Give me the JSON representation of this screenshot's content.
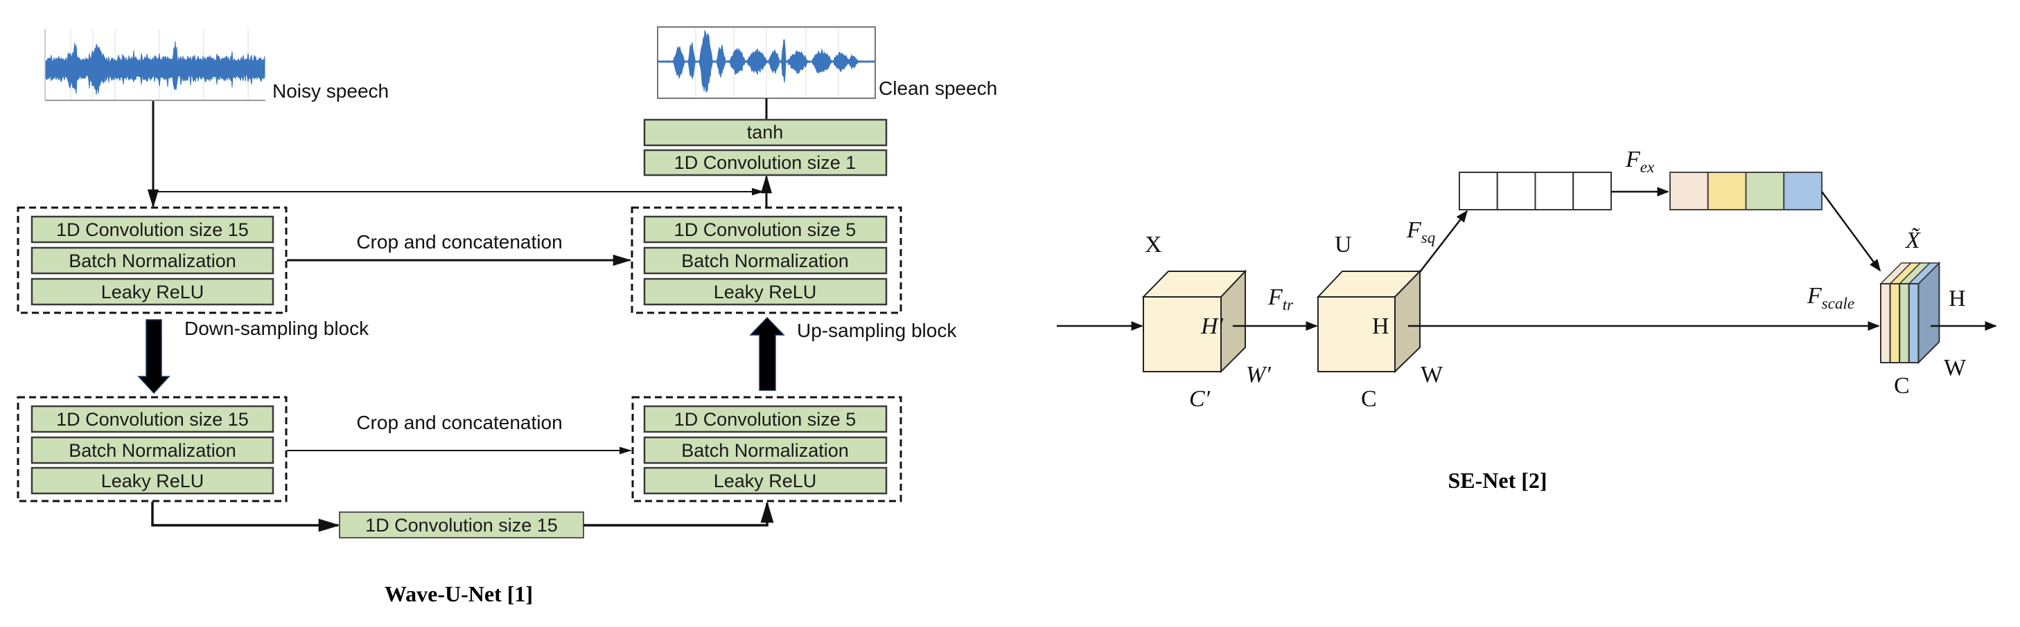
{
  "colors": {
    "layer_fill": "#cddfb6",
    "layer_stroke": "#3a3a3a",
    "waveform": "#3a75bd",
    "cube_front": "#fcf3d7",
    "cube_side": "#cdc6aa",
    "excite_cells": [
      "#f6e6d8",
      "#f8e49c",
      "#cde0b9",
      "#a6c4e6"
    ],
    "stack_back": "#8aa1bf"
  },
  "wave_u_net": {
    "title": "Wave-U-Net [1]",
    "input_label": "Noisy speech",
    "output_label": "Clean speech",
    "output_layers": [
      "tanh",
      "1D Convolution size 1"
    ],
    "down_blocks": [
      {
        "layers": [
          "1D Convolution size 15",
          "Batch Normalization",
          "Leaky ReLU"
        ]
      },
      {
        "layers": [
          "1D Convolution size 15",
          "Batch Normalization",
          "Leaky ReLU"
        ]
      }
    ],
    "up_blocks": [
      {
        "layers": [
          "1D Convolution size 5",
          "Batch Normalization",
          "Leaky ReLU"
        ]
      },
      {
        "layers": [
          "1D Convolution size 5",
          "Batch Normalization",
          "Leaky ReLU"
        ]
      }
    ],
    "skip_labels": [
      "Crop and concatenation",
      "Crop and concatenation"
    ],
    "down_label": "Down-sampling block",
    "up_label": "Up-sampling block",
    "bottleneck": "1D Convolution size 15"
  },
  "se_net": {
    "title": "SE-Net [2]",
    "input_tensor": {
      "name": "X",
      "h": "H′",
      "w": "W′",
      "c": "C′"
    },
    "transformed_tensor": {
      "name": "U",
      "h": "H",
      "w": "W",
      "c": "C"
    },
    "output_tensor": {
      "name": "X̃",
      "h": "H",
      "w": "W",
      "c": "C"
    },
    "ops": {
      "tr": {
        "base": "F",
        "sub": "tr"
      },
      "sq": {
        "base": "F",
        "sub": "sq"
      },
      "ex": {
        "base": "F",
        "sub": "ex"
      },
      "scale": {
        "base": "F",
        "sub": "scale"
      }
    },
    "squeeze_cells": 4,
    "excite_cells": 4
  }
}
